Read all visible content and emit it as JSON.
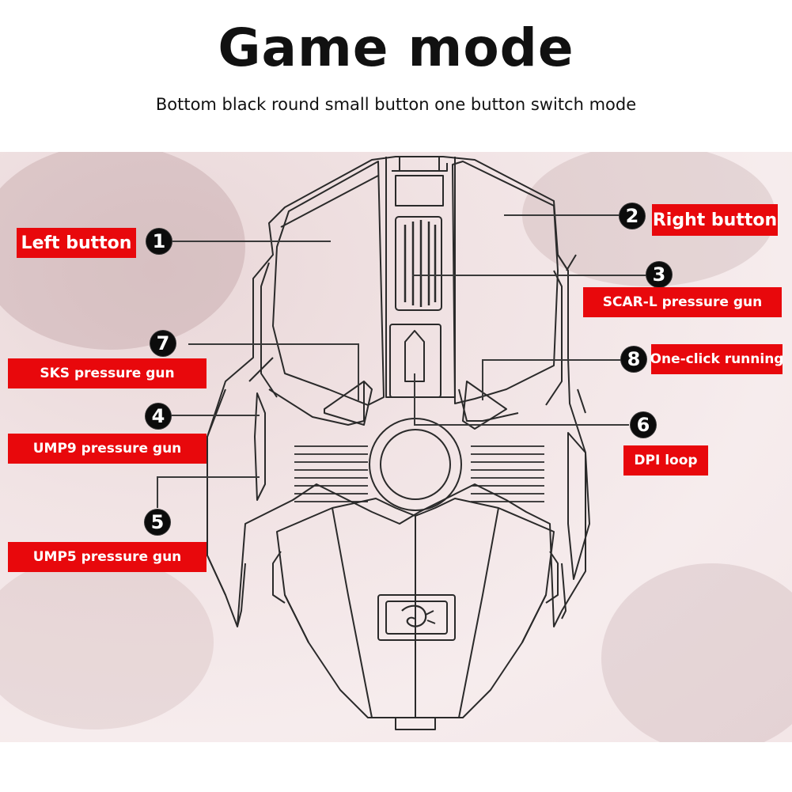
{
  "header": {
    "title": "Game mode",
    "subtitle": "Bottom black round small button one button switch mode"
  },
  "callouts": {
    "c1": {
      "number": "1",
      "label": "Left button"
    },
    "c2": {
      "number": "2",
      "label": "Right button"
    },
    "c3": {
      "number": "3",
      "label": "SCAR-L  pressure gun"
    },
    "c4": {
      "number": "4",
      "label": "UMP9 pressure gun"
    },
    "c5": {
      "number": "5",
      "label": "UMP5 pressure gun"
    },
    "c6": {
      "number": "6",
      "label": "DPI loop"
    },
    "c7": {
      "number": "7",
      "label": "SKS pressure gun"
    },
    "c8": {
      "number": "8",
      "label": "One-click running"
    }
  },
  "colors": {
    "label_bg": "#e8080c",
    "label_text": "#ffffff",
    "number_badge": "#0c0c0c",
    "outline": "#2a2a2a"
  },
  "icons": {
    "mouse": "gaming-mouse-line-drawing",
    "logo": "dragon-logo-icon"
  }
}
